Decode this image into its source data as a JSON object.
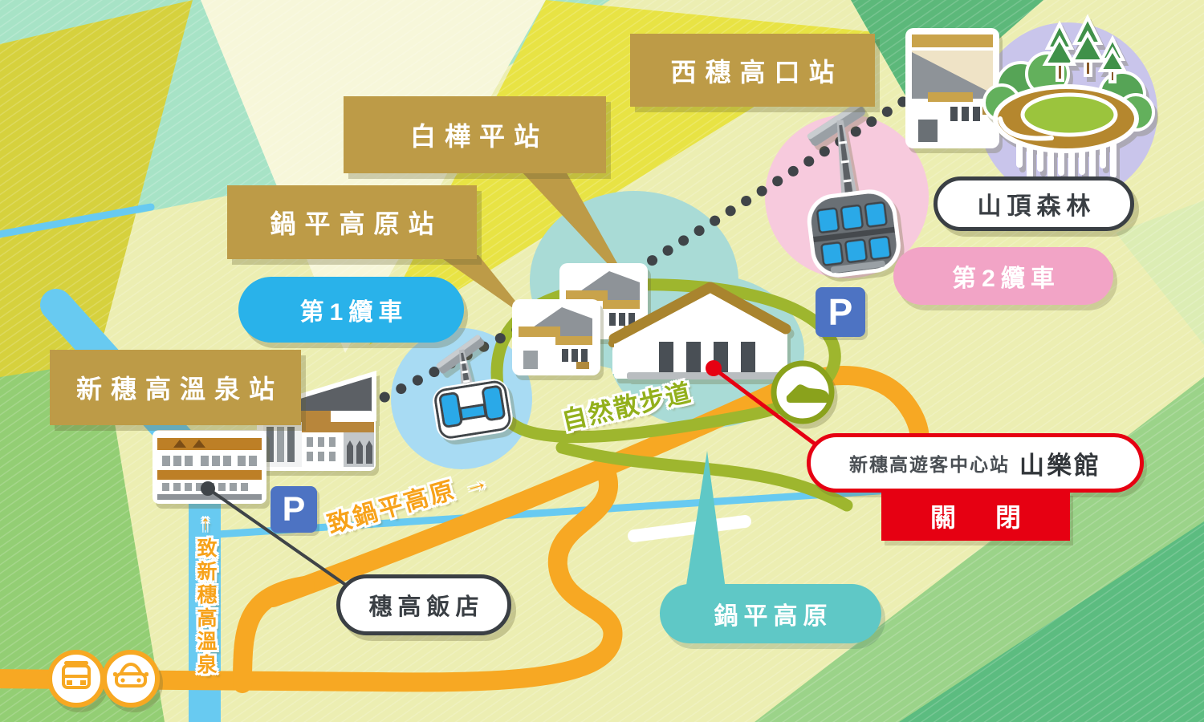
{
  "labels": {
    "nishihotakaguchi": "西穗高口站",
    "shirakabadaira": "白樺平站",
    "nabedaira_station": "鍋平高原站",
    "shinhotaka_onsen_station": "新穗高溫泉站",
    "ropeway1": "第1纜車",
    "ropeway2": "第2纜車",
    "summit_forest": "山頂森林",
    "hotaka_hotel": "穗高飯店",
    "nabedaira_kogen": "鍋平高原",
    "visitor_center_prefix": "新穗高遊客中心站",
    "sanrakukan": "山樂館",
    "closed": "關 閉",
    "to_nabedaira": "致鍋平高原 →",
    "to_onsen": "↑致新穗高溫泉",
    "nature_walk": "自然散步道",
    "parking_p": "P"
  },
  "icons": {
    "bus": "bus-icon",
    "car": "car-icon",
    "walking": "walking-shoe-icon",
    "parking": "parking-p-sign",
    "ropeway_cable": "dotted-cable-line",
    "gondola_single_deck": "gondola1-icon",
    "gondola_double_deck": "double-deck-gondola-icon"
  },
  "colors": {
    "station_label_bg": "#bd9b47",
    "ropeway1_blue": "#29b2ea",
    "ropeway2_pink": "#f2a4c6",
    "nabedaira_teal": "#5fc8c6",
    "road_orange": "#f7a823",
    "closed_red": "#e60012",
    "trail_olive": "#9eb62e",
    "river_blue": "#68caf1",
    "parking_blue": "#4d73c3"
  }
}
